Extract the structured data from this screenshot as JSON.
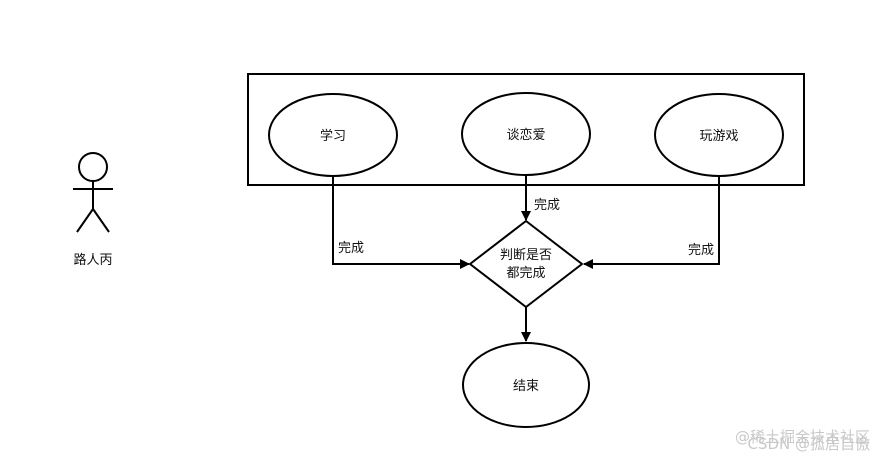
{
  "diagram": {
    "actor": {
      "label": "路人丙"
    },
    "activities": [
      {
        "id": "study",
        "label": "学习"
      },
      {
        "id": "dating",
        "label": "谈恋爱"
      },
      {
        "id": "gaming",
        "label": "玩游戏"
      }
    ],
    "decision": {
      "line1": "判断是否",
      "line2": "都完成"
    },
    "end": {
      "label": "结束"
    },
    "edges": [
      {
        "from": "study",
        "to": "decision",
        "label": "完成"
      },
      {
        "from": "dating",
        "to": "decision",
        "label": "完成"
      },
      {
        "from": "gaming",
        "to": "decision",
        "label": "完成"
      },
      {
        "from": "decision",
        "to": "end",
        "label": ""
      }
    ]
  },
  "watermark": {
    "line1": "@稀土掘金技术社区",
    "line2": "CSDN @孤居自傲"
  }
}
